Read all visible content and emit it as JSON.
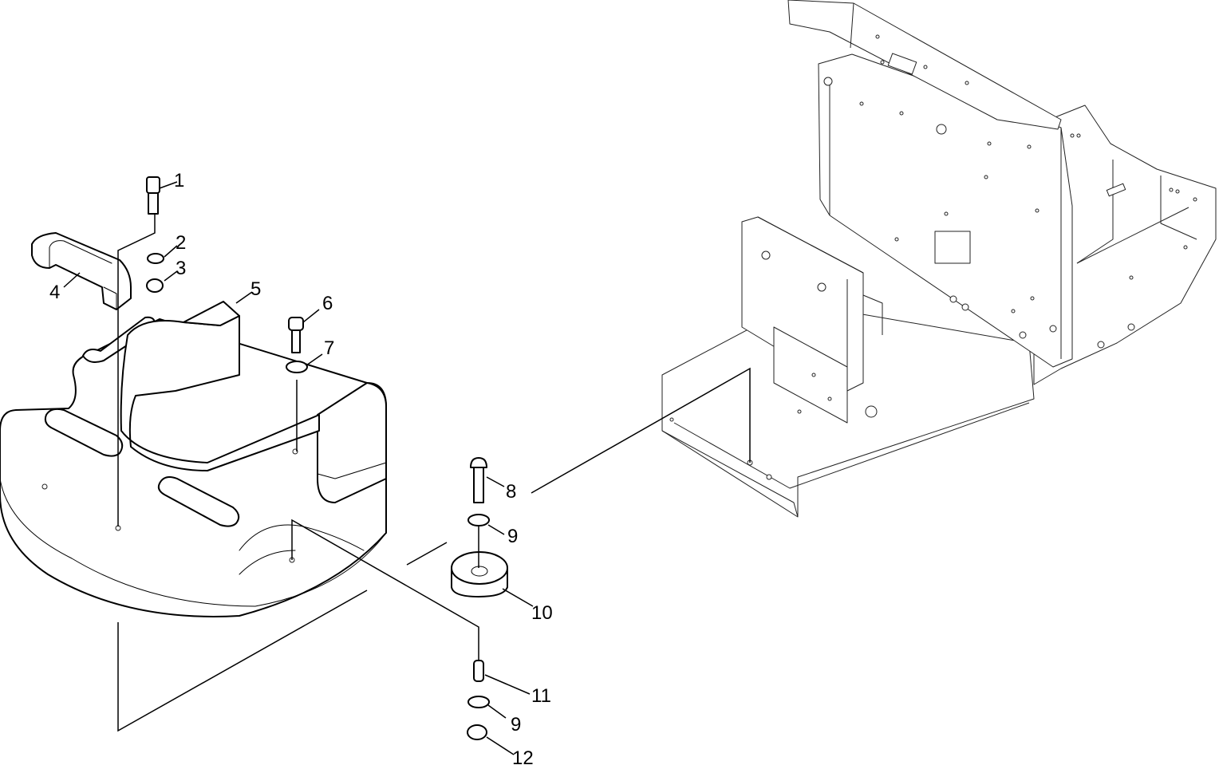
{
  "callouts": [
    {
      "id": "c1",
      "label": "1"
    },
    {
      "id": "c2",
      "label": "2"
    },
    {
      "id": "c3",
      "label": "3"
    },
    {
      "id": "c4",
      "label": "4"
    },
    {
      "id": "c5",
      "label": "5"
    },
    {
      "id": "c6",
      "label": "6"
    },
    {
      "id": "c7",
      "label": "7"
    },
    {
      "id": "c8",
      "label": "8"
    },
    {
      "id": "c9a",
      "label": "9"
    },
    {
      "id": "c10",
      "label": "10"
    },
    {
      "id": "c11",
      "label": "11"
    },
    {
      "id": "c9b",
      "label": "9"
    },
    {
      "id": "c12",
      "label": "12"
    }
  ]
}
